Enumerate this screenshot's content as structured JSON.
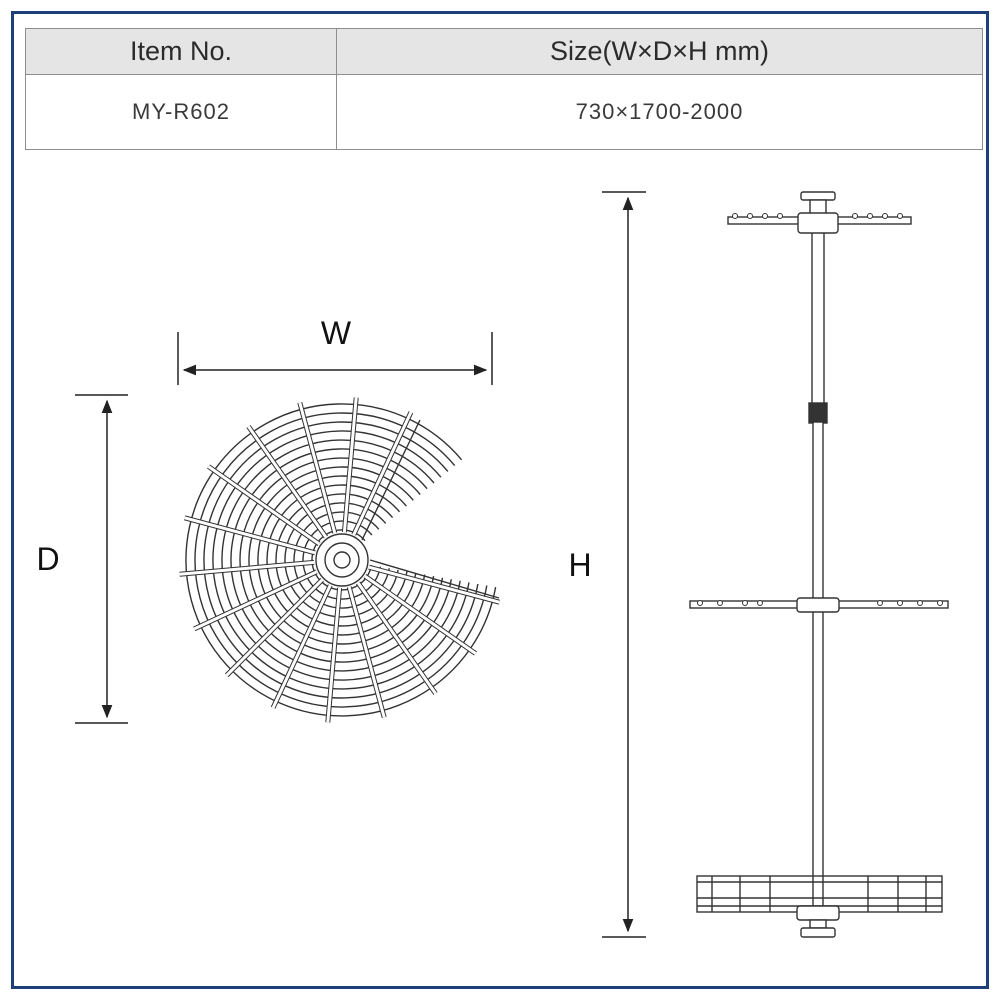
{
  "spec_table": {
    "headers": [
      "Item No.",
      "Size(W×D×H mm)"
    ],
    "row": [
      "MY-R602",
      "730×1700-2000"
    ]
  },
  "dimension_labels": {
    "width": "W",
    "depth": "D",
    "height": "H"
  },
  "colors": {
    "frame_border": "#1f3f7a",
    "header_bg": "#e5e5e5",
    "line": "#333333"
  }
}
